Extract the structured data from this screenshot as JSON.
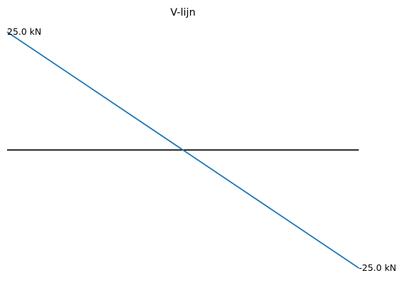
{
  "chart_data": {
    "type": "line",
    "title": "V-lijn",
    "xlabel": "",
    "ylabel": "",
    "grid": false,
    "axes_visible": false,
    "xlim": [
      0,
      1
    ],
    "ylim": [
      -25,
      25
    ],
    "baseline": {
      "y": 0,
      "color": "#000000"
    },
    "series": [
      {
        "color": "#1f77b4",
        "x": [
          0,
          1
        ],
        "y": [
          25,
          -25
        ]
      }
    ],
    "annotations": [
      {
        "text": "25.0 kN",
        "x": 0,
        "y": 25,
        "anchor": "start"
      },
      {
        "text": "-25.0 kN",
        "x": 1,
        "y": -25,
        "anchor": "end"
      }
    ]
  }
}
